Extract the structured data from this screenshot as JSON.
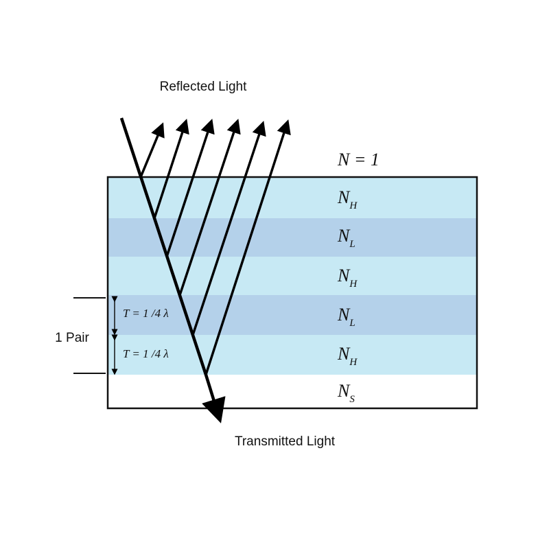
{
  "labels": {
    "reflected": "Reflected Light",
    "transmitted": "Transmitted Light",
    "pair": "1 Pair",
    "thickness_1": "T = 1 /4 λ",
    "thickness_2": "T = 1 /4 λ",
    "air": "N = 1"
  },
  "layers": [
    {
      "base": "N",
      "sub": "H",
      "color": "#c7e9f4"
    },
    {
      "base": "N",
      "sub": "L",
      "color": "#b4d1ea"
    },
    {
      "base": "N",
      "sub": "H",
      "color": "#c7e9f4"
    },
    {
      "base": "N",
      "sub": "L",
      "color": "#b4d1ea"
    },
    {
      "base": "N",
      "sub": "H",
      "color": "#c7e9f4"
    },
    {
      "base": "N",
      "sub": "S",
      "color": "#ffffff"
    }
  ]
}
